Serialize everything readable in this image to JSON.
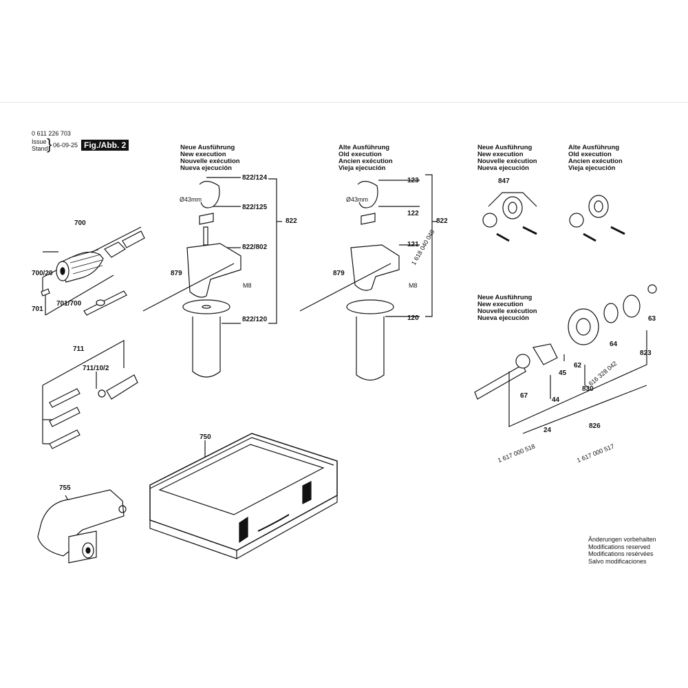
{
  "document": {
    "part_number": "0 611 226 703",
    "issue_label": "Issue",
    "stand_label": "Stand",
    "date": "06-09-25",
    "figure_label": "Fig./Abb. 2"
  },
  "headers": {
    "new_execution": [
      "Neue Ausführung",
      "New execution",
      "Nouvelle exécution",
      "Nueva ejecución"
    ],
    "old_execution": [
      "Alte Ausführung",
      "Old execution",
      "Ancien exécution",
      "Vieja ejecución"
    ]
  },
  "callouts": {
    "c700": "700",
    "c700_20": "700/20",
    "c701": "701",
    "c701_700": "701/700",
    "c711": "711",
    "c711_10_2": "711/10/2",
    "c755": "755",
    "c750": "750",
    "c879a": "879",
    "c879b": "879",
    "c822_124": "822/124",
    "c822_125": "822/125",
    "c822_802": "822/802",
    "c822_120": "822/120",
    "c822a": "822",
    "c822b": "822",
    "c123": "123",
    "c122": "122",
    "c121": "121",
    "c120": "120",
    "c1618": "1 618 040 048",
    "d43a": "Ø43mm",
    "d43b": "Ø43mm",
    "m8a": "M8",
    "m8b": "M8",
    "c847": "847",
    "c63": "63",
    "c64": "64",
    "c62": "62",
    "c45": "45",
    "c44": "44",
    "c67": "67",
    "c830": "830",
    "c823": "823",
    "c24": "24",
    "c826": "826",
    "c1616": "1 616 328 042",
    "c1617a": "1 617 000 518",
    "c1617b": "1 617 000 517"
  },
  "notes": [
    "Änderungen vorbehalten",
    "Modifications reserved",
    "Modifications resérvées",
    "Salvo modificaciones"
  ]
}
